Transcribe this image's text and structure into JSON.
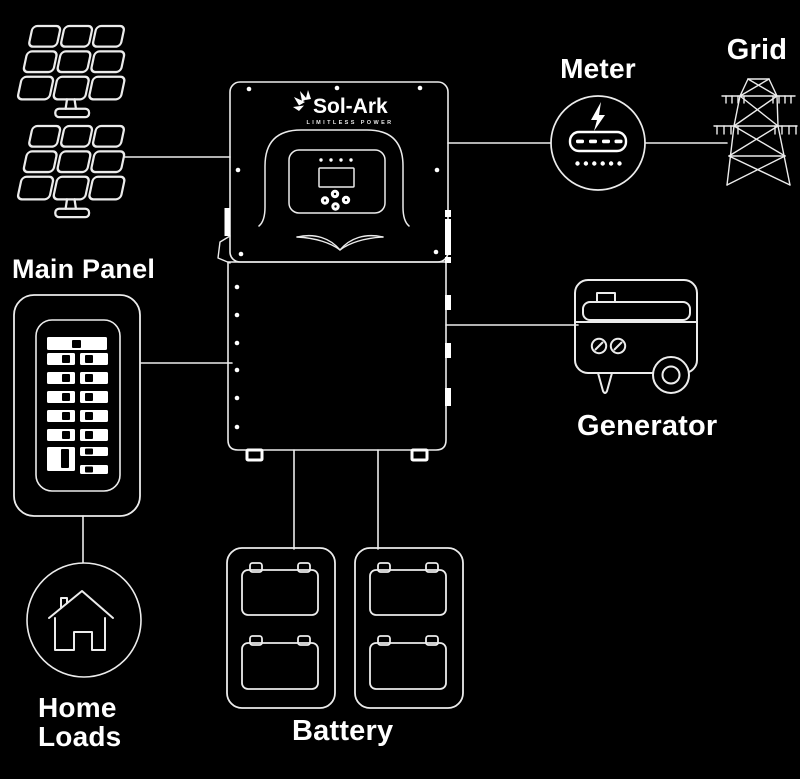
{
  "colors": {
    "background": "#000000",
    "line": "#ececec",
    "text": "#ffffff",
    "fill": "#ffffff"
  },
  "nodes": {
    "solar_array_top": {
      "icon": "solar-panel-icon"
    },
    "solar_array_bottom": {
      "icon": "solar-panel-icon"
    },
    "inverter": {
      "icon": "inverter-icon",
      "brand": "Sol-Ark",
      "tagline": "LIMITLESS POWER"
    },
    "meter": {
      "label": "Meter",
      "icon": "electric-meter-icon"
    },
    "grid": {
      "label": "Grid",
      "icon": "transmission-tower-icon"
    },
    "main_panel": {
      "label": "Main Panel",
      "icon": "breaker-panel-icon"
    },
    "home_loads": {
      "label_lines": [
        "Home",
        "Loads"
      ],
      "icon": "house-icon"
    },
    "generator": {
      "label": "Generator",
      "icon": "generator-icon"
    },
    "battery": {
      "label": "Battery",
      "icon": "battery-bank-icon",
      "cabinets": 2,
      "modules_per_cabinet": 2
    }
  },
  "connections": [
    {
      "from": "solar_array_bottom",
      "to": "inverter"
    },
    {
      "from": "inverter",
      "to": "meter"
    },
    {
      "from": "meter",
      "to": "grid"
    },
    {
      "from": "main_panel",
      "to": "inverter"
    },
    {
      "from": "main_panel",
      "to": "home_loads"
    },
    {
      "from": "inverter",
      "to": "generator"
    },
    {
      "from": "inverter",
      "to": "battery_cabinet_1"
    },
    {
      "from": "inverter",
      "to": "battery_cabinet_2"
    }
  ]
}
